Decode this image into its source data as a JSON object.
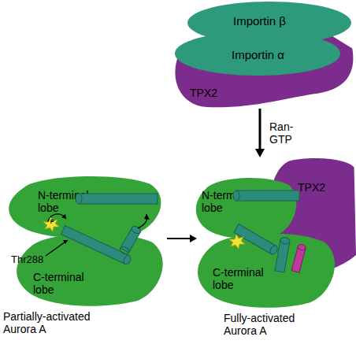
{
  "diagram": {
    "nodes": [
      {
        "text": [
          "Importin β"
        ]
      },
      {
        "text": [
          "Importin α"
        ]
      },
      {
        "text": [
          "TPX2"
        ]
      },
      {
        "text": [
          "N-terminal lobe"
        ]
      },
      {
        "text": [
          "C-terminal lobe"
        ]
      },
      {
        "text": [
          "N-terminal lobe"
        ]
      },
      {
        "text": [
          "C-terminal lobe"
        ]
      },
      {
        "text": [
          "TPX2"
        ]
      }
    ],
    "edges": [
      {
        "from": 2,
        "to": 7,
        "label": "Ran-GTP",
        "arrow": "to"
      },
      {
        "from": 4,
        "to": 6,
        "arrow": "to"
      }
    ],
    "labels": [
      "Thr288",
      "P",
      "Partially-activated Aurora A",
      "Fully-activated Aurora A"
    ]
  }
}
